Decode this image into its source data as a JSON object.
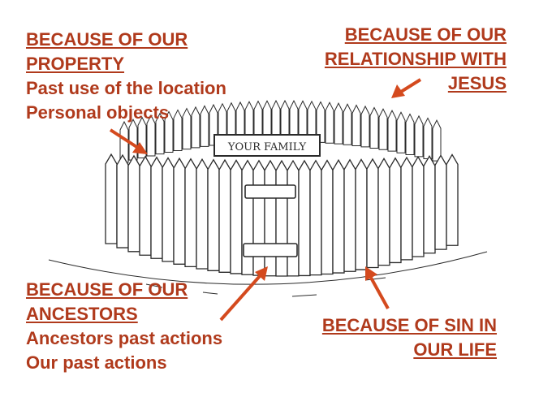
{
  "sign_text": "YOUR FAMILY",
  "colors": {
    "label": "#b03a1c",
    "arrow": "#d44a1e",
    "ink": "#2a2a2a"
  },
  "labels": {
    "property": {
      "heading": [
        "BECAUSE OF OUR",
        "PROPERTY"
      ],
      "points": [
        "Past use of the location",
        "Personal objects"
      ]
    },
    "relationship": {
      "heading": [
        "BECAUSE OF OUR",
        "RELATIONSHIP WITH",
        "JESUS"
      ]
    },
    "ancestors": {
      "heading": [
        "BECAUSE OF OUR",
        "ANCESTORS"
      ],
      "points": [
        "Ancestors past actions",
        "Our past actions"
      ]
    },
    "sin": {
      "heading": [
        "BECAUSE OF SIN IN",
        "OUR LIFE"
      ]
    }
  }
}
